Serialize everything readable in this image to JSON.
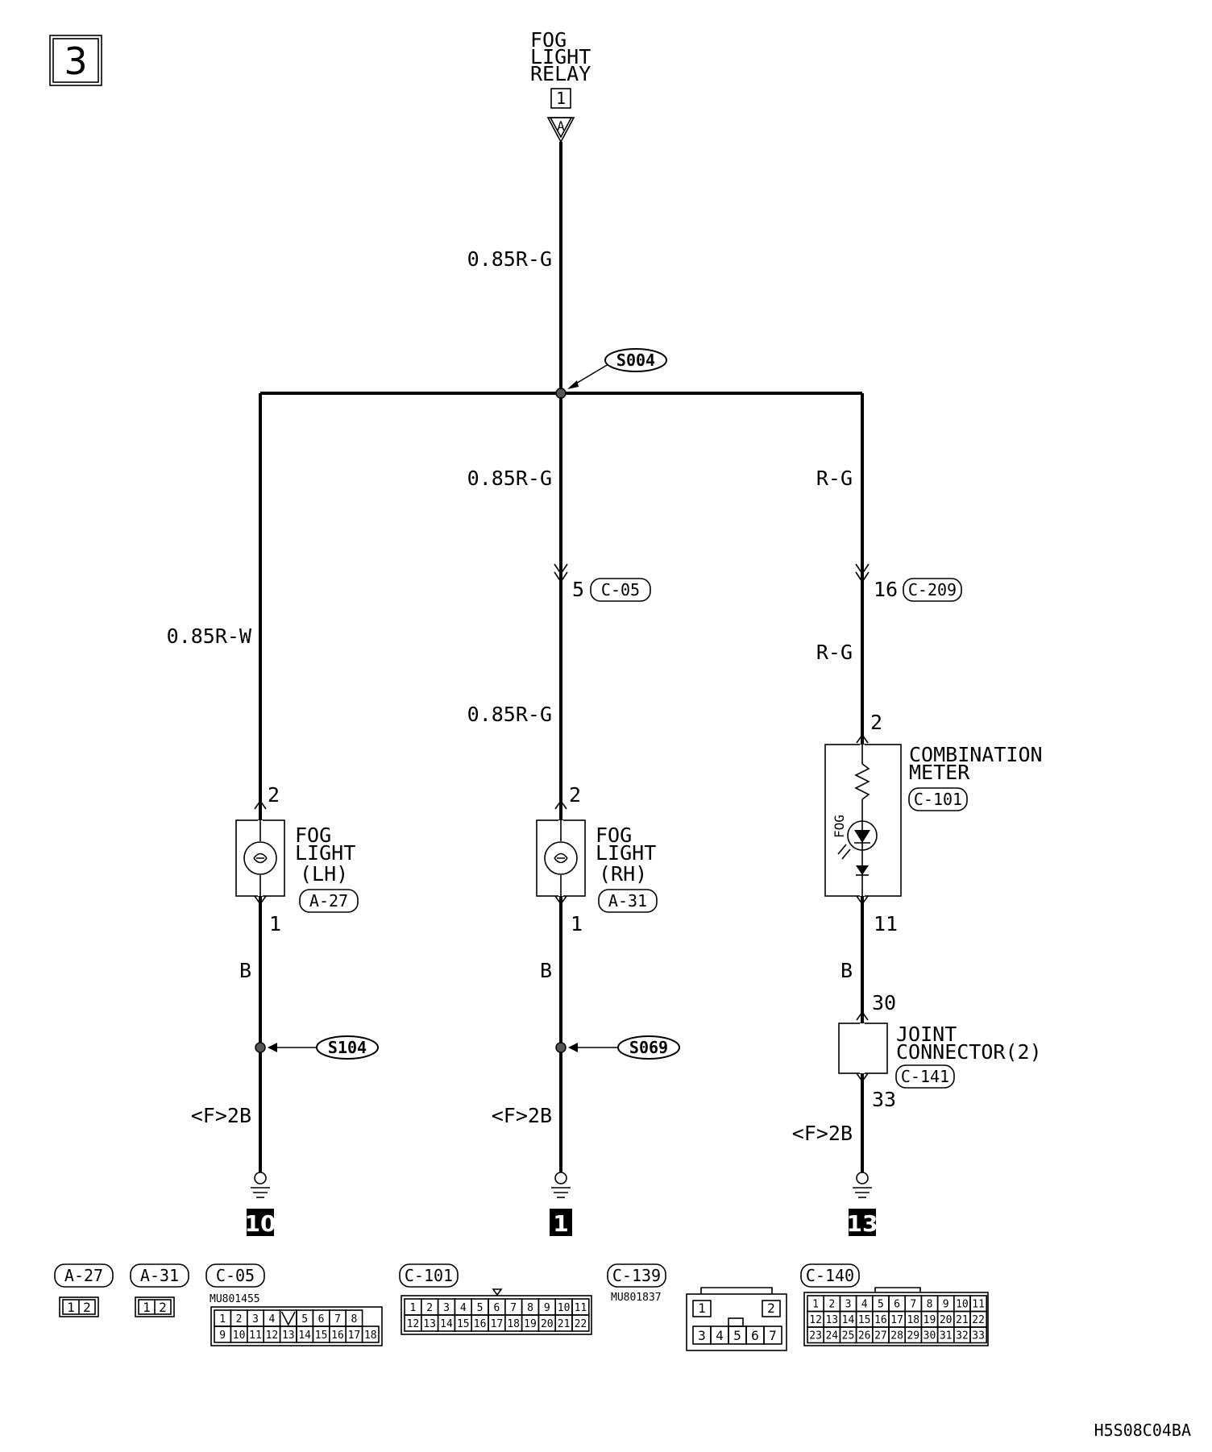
{
  "page_number": "3",
  "doc_code": "H5S08C04BA",
  "relay": {
    "lines": [
      "FOG",
      "LIGHT",
      "RELAY"
    ],
    "pin": "1",
    "terminal": "A"
  },
  "splices": {
    "top": "S004",
    "left": "S104",
    "mid": "S069"
  },
  "wires": {
    "main": "0.85R-G",
    "left": "0.85R-W",
    "mid_upper": "0.85R-G",
    "mid_lower": "0.85R-G",
    "right_upper": "R-G",
    "right_lower": "R-G",
    "left_ground": "B",
    "mid_ground": "B",
    "right_ground": "B",
    "left_ground_lower": "<F>2B",
    "mid_ground_lower": "<F>2B",
    "right_ground_lower": "<F>2B"
  },
  "connectors": {
    "c05_pin": "5",
    "c05": "C-05",
    "c209_pin": "16",
    "c209": "C-209"
  },
  "fog_lh": {
    "lines": [
      "FOG",
      "LIGHT",
      "(LH)"
    ],
    "pin_top": "2",
    "pin_bottom": "1",
    "connector": "A-27"
  },
  "fog_rh": {
    "lines": [
      "FOG",
      "LIGHT",
      "(RH)"
    ],
    "pin_top": "2",
    "pin_bottom": "1",
    "connector": "A-31"
  },
  "meter": {
    "lines": [
      "COMBINATION",
      "METER"
    ],
    "pin_top": "2",
    "pin_bottom": "11",
    "connector": "C-101",
    "indicator": "FOG"
  },
  "joint": {
    "lines": [
      "JOINT",
      "CONNECTOR(2)"
    ],
    "pin_top": "30",
    "pin_bottom": "33",
    "connector": "C-141"
  },
  "grounds": [
    "10",
    "1",
    "13"
  ],
  "legend": {
    "a27": {
      "label": "A-27",
      "pins": [
        "1",
        "2"
      ]
    },
    "a31": {
      "label": "A-31",
      "pins": [
        "1",
        "2"
      ]
    },
    "c05": {
      "label": "C-05",
      "part": "MU801455",
      "row1": [
        "1",
        "2",
        "3",
        "4",
        "",
        "5",
        "6",
        "7",
        "8"
      ],
      "row2": [
        "9",
        "10",
        "11",
        "12",
        "13",
        "14",
        "15",
        "16",
        "17",
        "18"
      ]
    },
    "c101": {
      "label": "C-101",
      "row1": [
        "1",
        "2",
        "3",
        "4",
        "5",
        "6",
        "7",
        "8",
        "9",
        "10",
        "11"
      ],
      "row2": [
        "12",
        "13",
        "14",
        "15",
        "16",
        "17",
        "18",
        "19",
        "20",
        "21",
        "22"
      ]
    },
    "c139": {
      "label": "C-139",
      "part": "MU801837",
      "row1": [
        "1",
        "2"
      ],
      "row2": [
        "3",
        "4",
        "5",
        "6",
        "7"
      ]
    },
    "c140": {
      "label": "C-140",
      "row1": [
        "1",
        "2",
        "3",
        "4",
        "5",
        "6",
        "7",
        "8",
        "9",
        "10",
        "11"
      ],
      "row2": [
        "12",
        "13",
        "14",
        "15",
        "16",
        "17",
        "18",
        "19",
        "20",
        "21",
        "22"
      ],
      "row3": [
        "23",
        "24",
        "25",
        "26",
        "27",
        "28",
        "29",
        "30",
        "31",
        "32",
        "33"
      ]
    }
  }
}
